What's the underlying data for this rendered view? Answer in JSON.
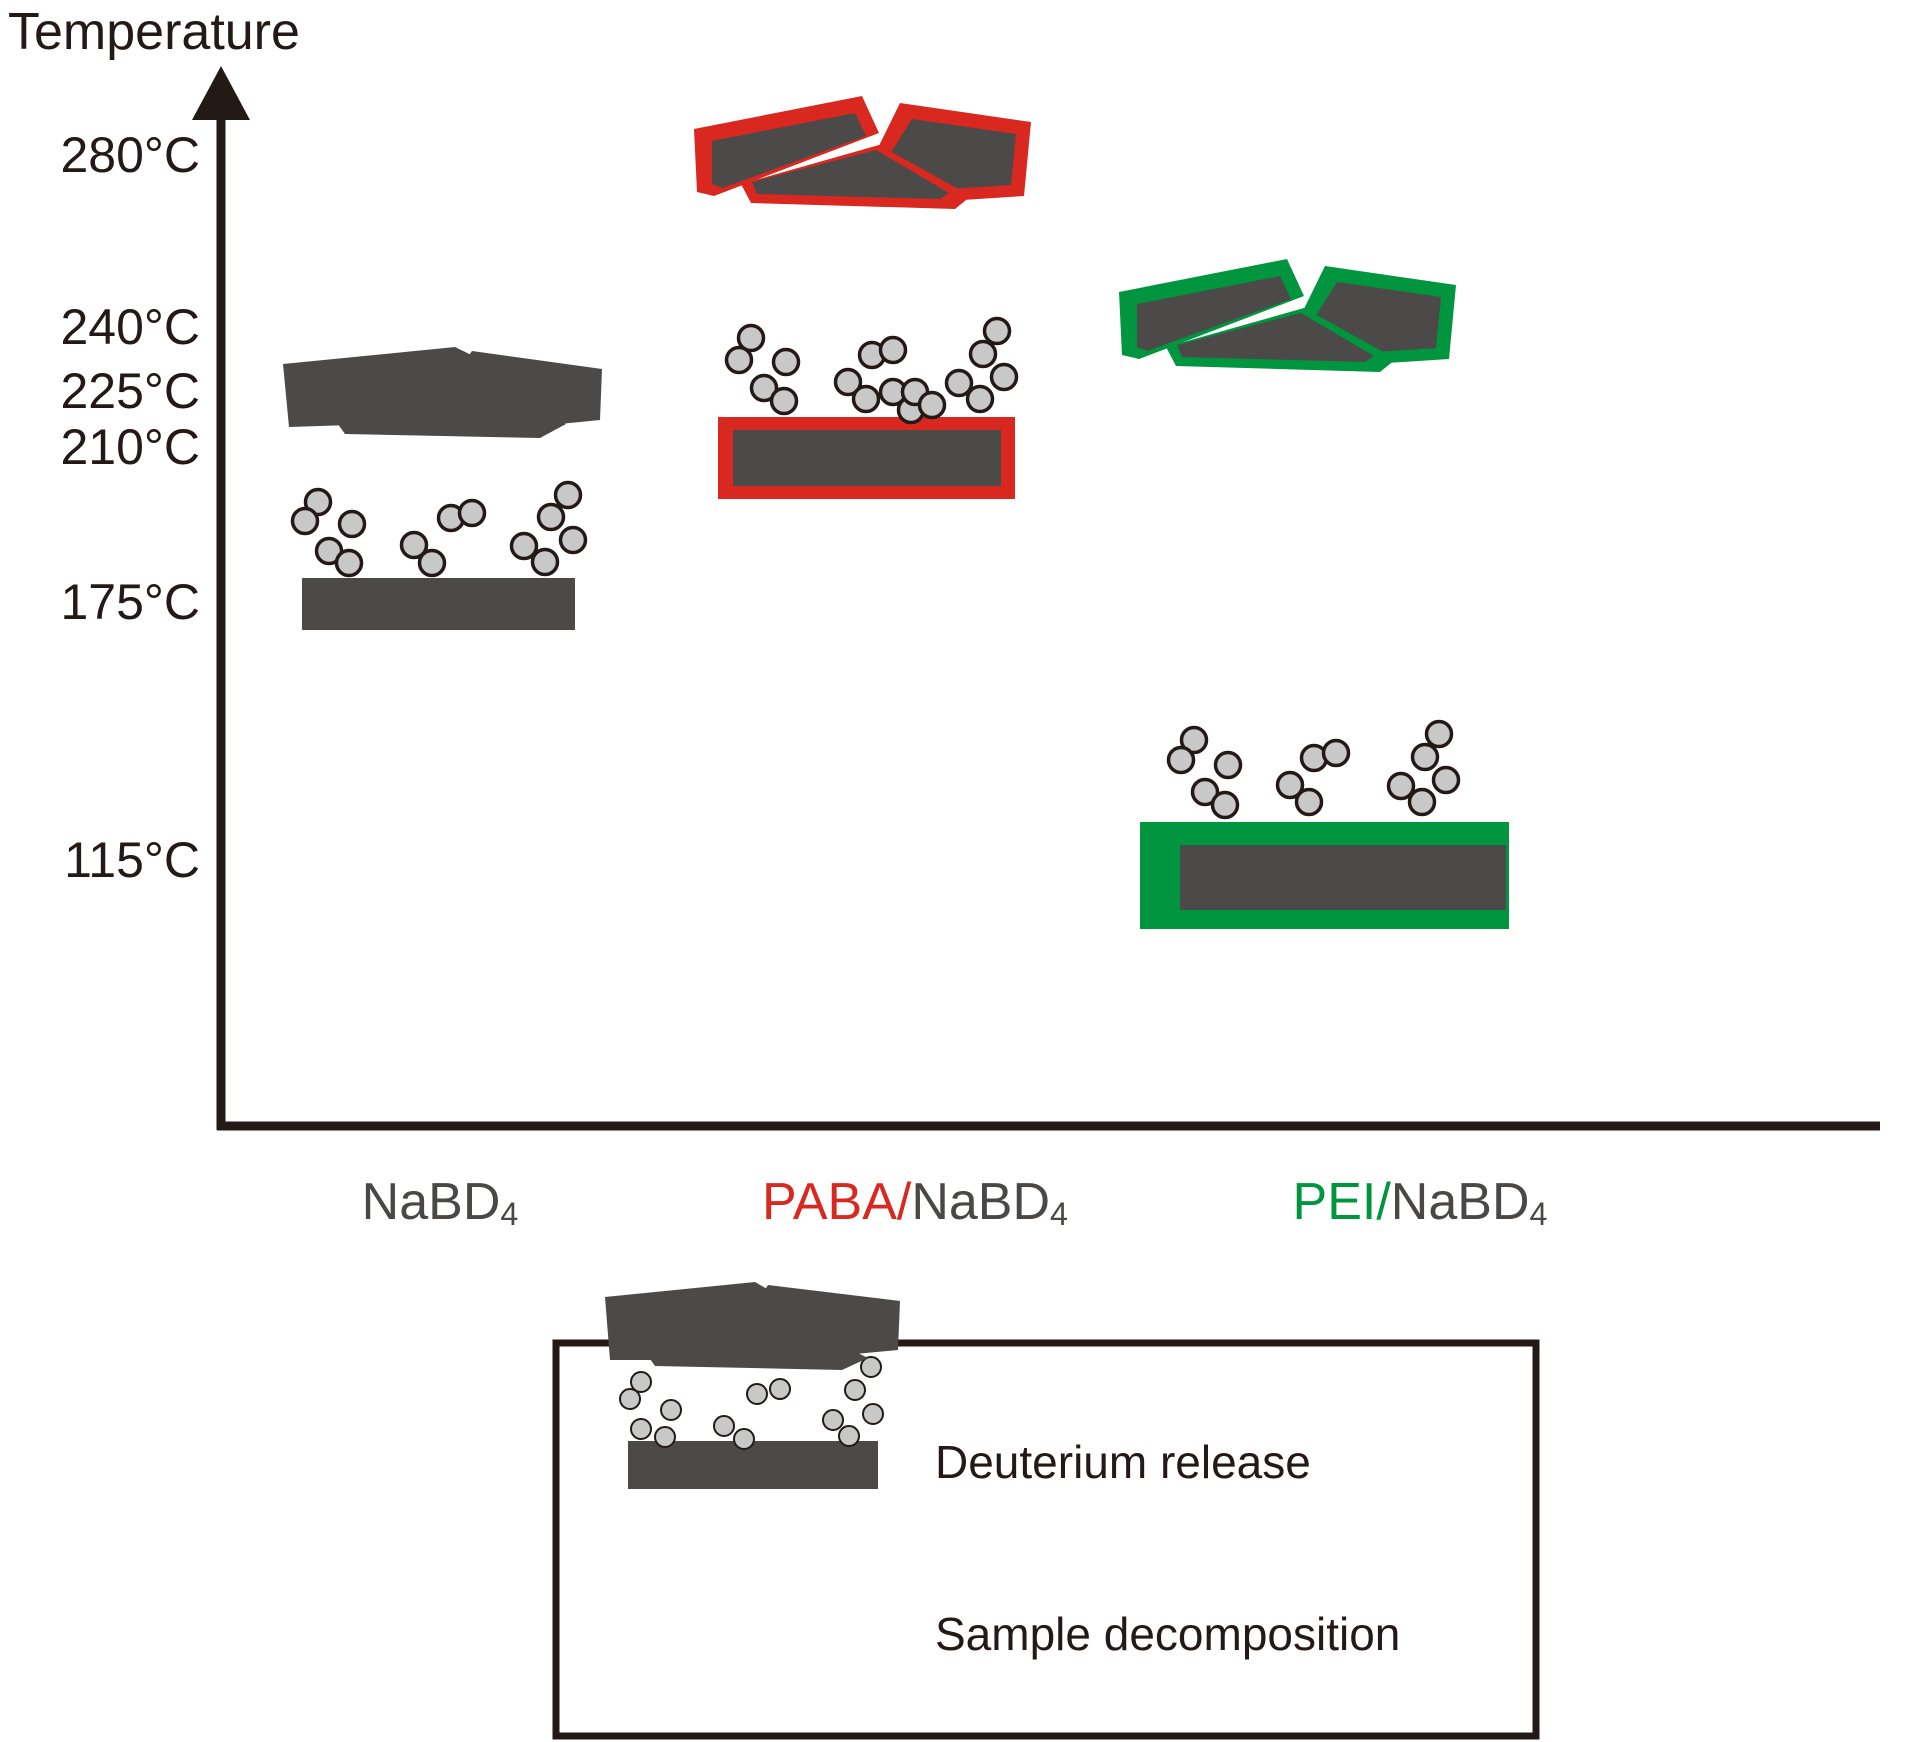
{
  "axis": {
    "y_title": "Temperature",
    "y_ticks": [
      {
        "label": "280°C",
        "value": 280
      },
      {
        "label": "240°C",
        "value": 240
      },
      {
        "label": "225°C",
        "value": 225
      },
      {
        "label": "210°C",
        "value": 210
      },
      {
        "label": "175°C",
        "value": 175
      },
      {
        "label": "115°C",
        "value": 115
      }
    ],
    "x_categories": [
      {
        "prefix": "",
        "prefix_color": "",
        "base": "NaBD",
        "sub": "4"
      },
      {
        "prefix": "PABA/",
        "prefix_color": "#d8281f",
        "base": "NaBD",
        "sub": "4"
      },
      {
        "prefix": "PEI/",
        "prefix_color": "#00953e",
        "base": "NaBD",
        "sub": "4"
      }
    ]
  },
  "legend": {
    "items": [
      {
        "label": "Deuterium release",
        "icon": "deuterium-release-icon"
      },
      {
        "label": "Sample decomposition",
        "icon": "sample-decomposition-icon"
      }
    ]
  },
  "colors": {
    "red": "#d8281f",
    "green": "#00953e",
    "sample_gray": "#4c4a48",
    "bubble_fill": "#c8c8c8",
    "bubble_stroke": "#231916",
    "axis": "#231916",
    "label_gray": "#4a4745"
  },
  "chart_data": {
    "type": "diagram",
    "title": "Temperature",
    "xlabel": "",
    "ylabel": "Temperature",
    "ylim": [
      100,
      300
    ],
    "categories": [
      "NaBD4",
      "PABA/NaBD4",
      "PEI/NaBD4"
    ],
    "series": [
      {
        "name": "Deuterium release",
        "unit": "°C",
        "values": [
          175,
          210,
          115
        ],
        "labels": [
          "175°C",
          "210°C",
          "115°C"
        ]
      },
      {
        "name": "Sample decomposition",
        "unit": "°C",
        "values": [
          225,
          280,
          240
        ],
        "labels": [
          "225°C",
          "280°C",
          "240°C"
        ]
      }
    ],
    "accent_colors": [
      "#4c4a48",
      "#d8281f",
      "#00953e"
    ],
    "grid": false,
    "legend_position": "bottom-center"
  }
}
